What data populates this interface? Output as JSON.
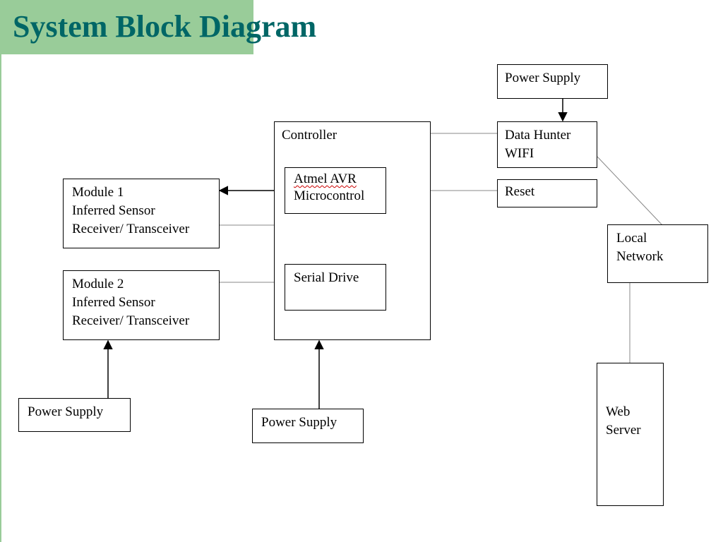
{
  "title": "System Block Diagram",
  "blocks": {
    "controller": "Controller",
    "atmel": [
      "Atmel AVR",
      "Microcontrol"
    ],
    "serial_drive": "Serial Drive",
    "module1": [
      "Module 1",
      "Inferred Sensor",
      "Receiver/ Transceiver"
    ],
    "module2": [
      "Module 2",
      "Inferred Sensor",
      "Receiver/ Transceiver"
    ],
    "power_supply_top": "Power Supply",
    "data_hunter": [
      "Data Hunter",
      "WIFI"
    ],
    "reset": "Reset",
    "local_network": [
      "Local",
      "Network"
    ],
    "web_server": [
      "Web",
      "Server"
    ],
    "power_supply_left": "Power Supply",
    "power_supply_center": "Power Supply"
  },
  "colors": {
    "title_band": "#99cc99",
    "title_text": "#006666"
  }
}
